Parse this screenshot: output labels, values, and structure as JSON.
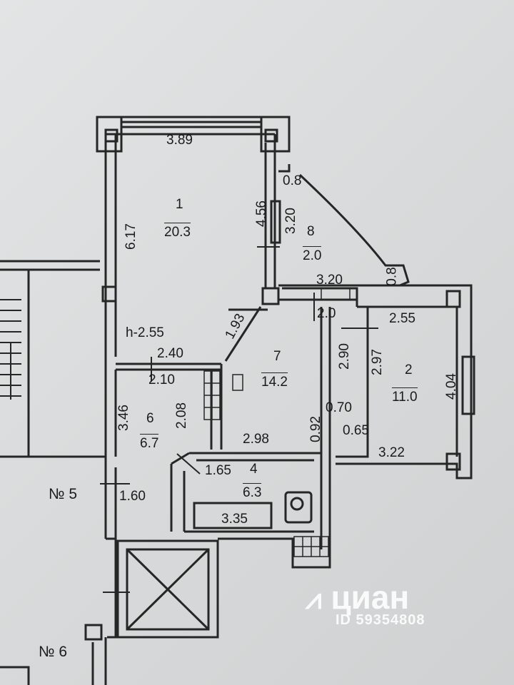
{
  "rooms": [
    {
      "number": "1",
      "area": "20.3"
    },
    {
      "number": "2",
      "area": "11.0"
    },
    {
      "number": "4",
      "area": "6.3"
    },
    {
      "number": "6",
      "area": "6.7"
    },
    {
      "number": "7",
      "area": "14.2"
    },
    {
      "number": "8",
      "area": "2.0"
    }
  ],
  "dimensions": {
    "d_389": "3.89",
    "d_617": "6.17",
    "d_456": "4.56",
    "d_320a": "3.20",
    "d_08a": "0.8",
    "d_08b": "0.8",
    "d_320b": "3.20",
    "d_20": "2.0",
    "d_193": "1.93",
    "d_255": "2.55",
    "d_290": "2.90",
    "d_297": "2.97",
    "d_404": "4.04",
    "d_070": "0.70",
    "d_092": "0.92",
    "d_065": "0.65",
    "d_322": "3.22",
    "d_240": "2.40",
    "d_210": "2.10",
    "d_346": "3.46",
    "d_208": "2.08",
    "d_298": "2.98",
    "d_165": "1.65",
    "d_160": "1.60",
    "d_335": "3.35"
  },
  "ceiling_height": "h-2.55",
  "apartments": {
    "no5": "№ 5",
    "no6": "№ 6"
  },
  "watermark": {
    "brand": "циан",
    "id": "ID 59354808"
  },
  "colors": {
    "line": "#262626",
    "background": "#d9dbdc"
  }
}
